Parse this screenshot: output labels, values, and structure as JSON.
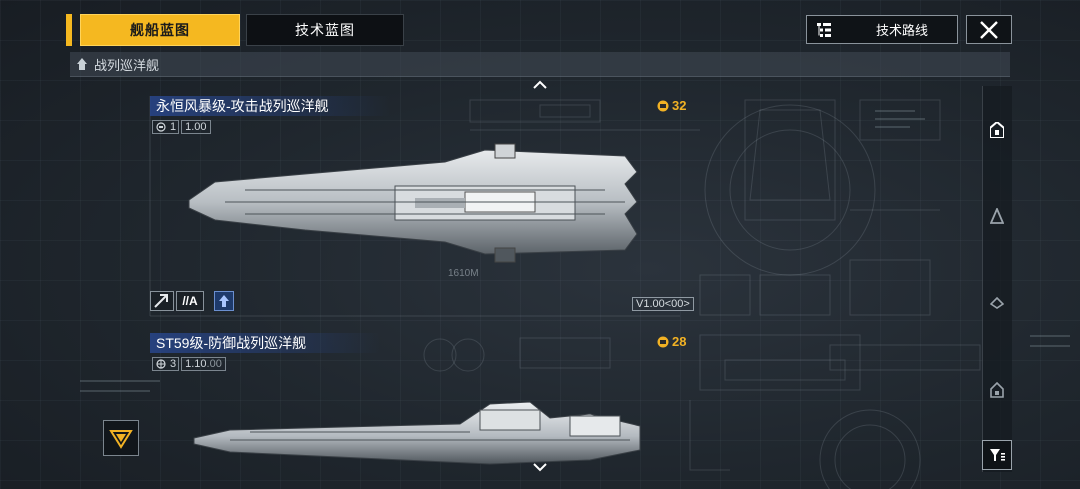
{
  "tabs": {
    "ship_blueprint": "舰船蓝图",
    "tech_blueprint": "技术蓝图"
  },
  "tech_route": {
    "label": "技术路线",
    "icon": "list-tree-icon"
  },
  "close": {
    "icon": "close-icon"
  },
  "category": {
    "label": "战列巡洋舰",
    "icon": "ship-class-icon"
  },
  "ships": [
    {
      "name": "永恒风暴级-攻击战列巡洋舰",
      "count": "1",
      "version": "1.00",
      "cost": "32",
      "role_badge": "//A",
      "version_tag": "V1.00<00>",
      "length_label": "1610M"
    },
    {
      "name": "ST59级-防御战列巡洋舰",
      "count": "3",
      "version": "1.10",
      "version_suffix": ".00",
      "cost": "28"
    }
  ],
  "rail_icons": [
    "battlecruiser-icon",
    "frigate-icon",
    "carrier-icon",
    "cruiser-icon"
  ],
  "colors": {
    "accent": "#f5b820",
    "title_band": "#28468c",
    "cost": "#f2b224"
  }
}
